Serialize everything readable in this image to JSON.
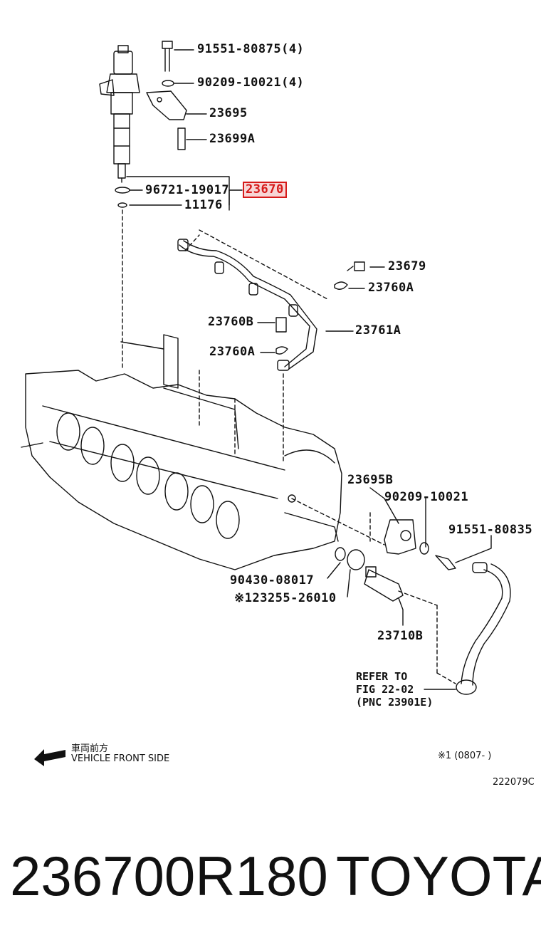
{
  "labels": {
    "p1": "91551-80875(4)",
    "p2": "90209-10021(4)",
    "p3": "23695",
    "p4": "23699A",
    "p5": "96721-19017",
    "p6": "23670",
    "p7": "11176",
    "p8": "23679",
    "p9": "23760A",
    "p10": "23760B",
    "p11": "23761A",
    "p12": "23760A",
    "p13": "23695B",
    "p14": "90209-10021",
    "p15": "91551-80835",
    "p16": "90430-08017",
    "p17": "※123255-26010",
    "p18": "23710B"
  },
  "refer": {
    "line1": "REFER TO",
    "line2": "FIG 22-02",
    "line3": "(PNC 23901E)"
  },
  "front": {
    "jp": "車両前方",
    "en": "VEHICLE FRONT SIDE"
  },
  "note": "※1 (0807-     )",
  "fig_code": "222079C",
  "footer": {
    "part_number": "236700R180",
    "brand": "TOYOTA"
  },
  "highlight_color": "#d61a1a"
}
